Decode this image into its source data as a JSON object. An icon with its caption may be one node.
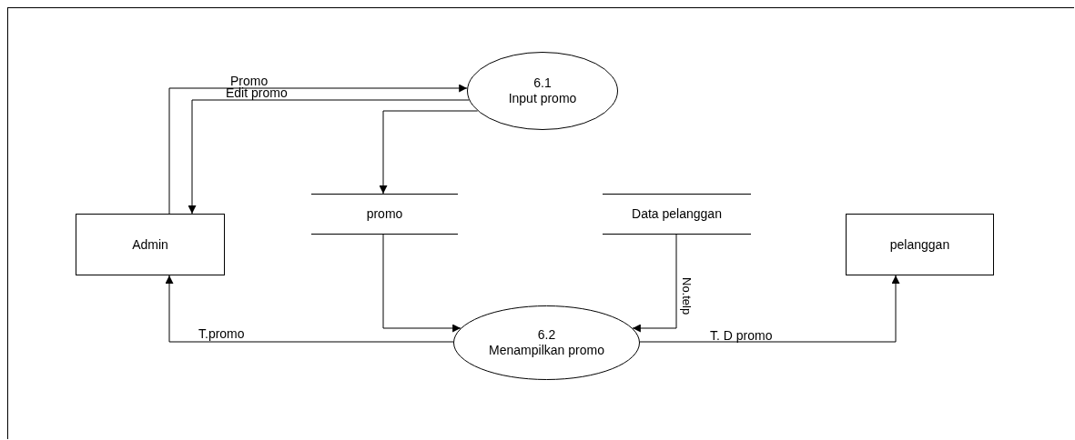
{
  "diagram": {
    "nodes": [
      {
        "text": [
          "Admin"
        ]
      },
      {
        "text": [
          "6.1",
          "Input promo"
        ]
      },
      {
        "text": [
          "promo"
        ]
      },
      {
        "text": [
          "Data pelanggan"
        ]
      },
      {
        "text": [
          "pelanggan"
        ]
      },
      {
        "text": [
          "6.2",
          "Menampilkan promo"
        ]
      }
    ],
    "edges": [
      {
        "from": 0,
        "to": 1,
        "arrow": "to",
        "label": "Promo"
      },
      {
        "from": 1,
        "to": 0,
        "arrow": "to",
        "label": "Edit promo"
      },
      {
        "from": 1,
        "to": 2,
        "arrow": "to"
      },
      {
        "from": 2,
        "to": 5,
        "arrow": "to"
      },
      {
        "from": 3,
        "to": 5,
        "arrow": "to",
        "label": "No.telp"
      },
      {
        "from": 5,
        "to": 0,
        "arrow": "to",
        "label": "T.promo"
      },
      {
        "from": 5,
        "to": 4,
        "arrow": "to",
        "label": "T. D promo"
      }
    ]
  }
}
